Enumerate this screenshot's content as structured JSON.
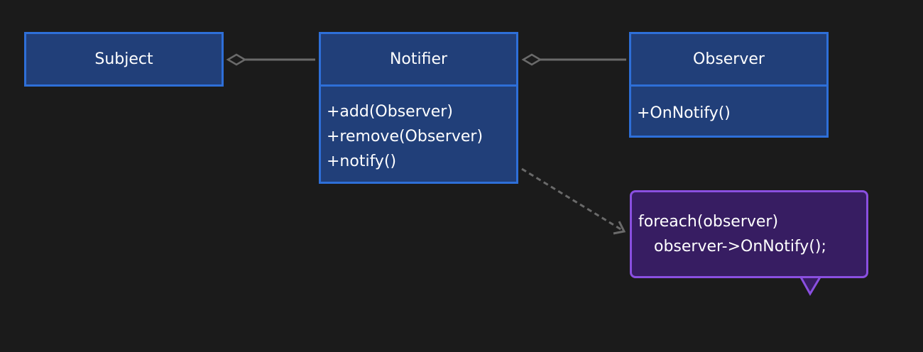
{
  "diagram": {
    "subject": {
      "title": "Subject"
    },
    "notifier": {
      "title": "Notifier",
      "methods": [
        "+add(Observer)",
        "+remove(Observer)",
        "+notify()"
      ]
    },
    "observer": {
      "title": "Observer",
      "methods": [
        "+OnNotify()"
      ]
    },
    "note": {
      "lines": [
        "foreach(observer)",
        "observer->OnNotify();"
      ]
    }
  },
  "colors": {
    "background": "#1b1b1b",
    "class_fill": "#213f79",
    "class_border": "#2e6fd8",
    "note_fill": "#371d62",
    "note_border": "#8a4fe0",
    "connector": "#6a6a6a"
  }
}
